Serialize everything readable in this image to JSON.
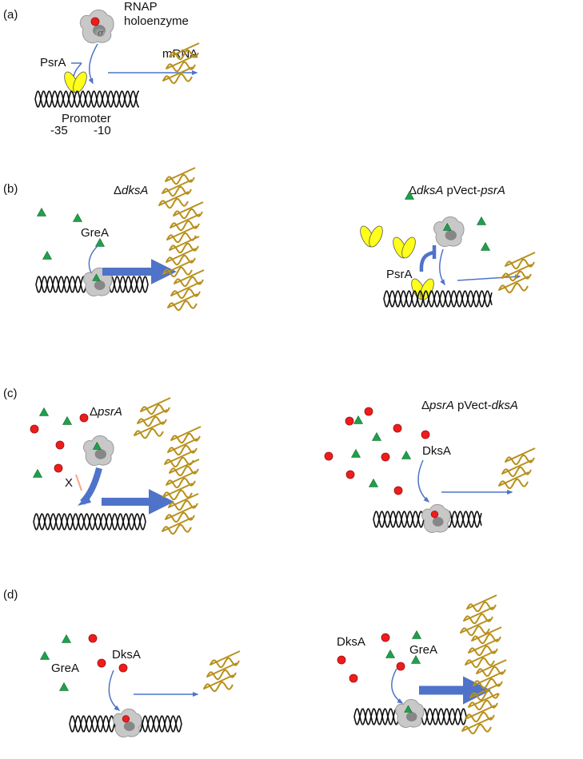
{
  "colors": {
    "arrow": "#4f73c9",
    "dna": "#111111",
    "mrna": "#b8901c",
    "psra": "#ffff1a",
    "dksa": "#ee1c1c",
    "grea": "#1fa04a",
    "rnap": "#c8c8c8",
    "rnap_core": "#808080",
    "block_x": "#f4a987"
  },
  "panels": {
    "a": {
      "label": "(a)",
      "rnap_label_line1": "RNAP",
      "rnap_label_line2": "holoenzyme",
      "sigma": "σ",
      "psra": "PsrA",
      "mrna": "mRNA",
      "promoter": "Promoter",
      "minus35": "-35",
      "minus10": "-10"
    },
    "b": {
      "label": "(b)",
      "left_delta": "Δ",
      "left_gene": "dksA",
      "left_grea": "GreA",
      "right_delta": "Δ",
      "right_gene": "dksA",
      "right_plasmid": " pVect-",
      "right_plasmid_gene": "psrA",
      "right_psra": "PsrA"
    },
    "c": {
      "label": "(c)",
      "left_delta": "Δ",
      "left_gene": "psrA",
      "block_mark": "X",
      "right_delta": "Δ",
      "right_gene": "psrA",
      "right_plasmid": " pVect-",
      "right_plasmid_gene": "dksA",
      "right_dksa": "DksA"
    },
    "d": {
      "label": "(d)",
      "left_grea": "GreA",
      "left_dksa": "DksA",
      "right_dksa": "DksA",
      "right_grea": "GreA"
    }
  }
}
